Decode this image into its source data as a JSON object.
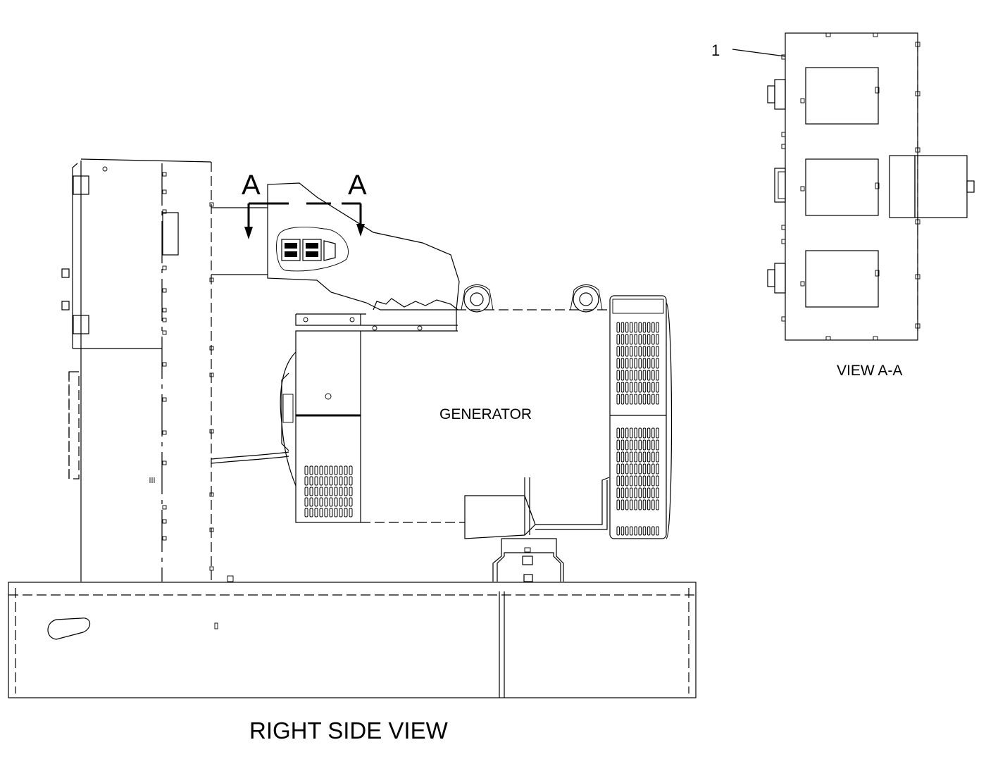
{
  "labels": {
    "section_left": "A",
    "section_right": "A",
    "generator": "GENERATOR",
    "callout_number": "1",
    "view_aa": "VIEW A-A",
    "right_side_view": "RIGHT SIDE VIEW"
  }
}
